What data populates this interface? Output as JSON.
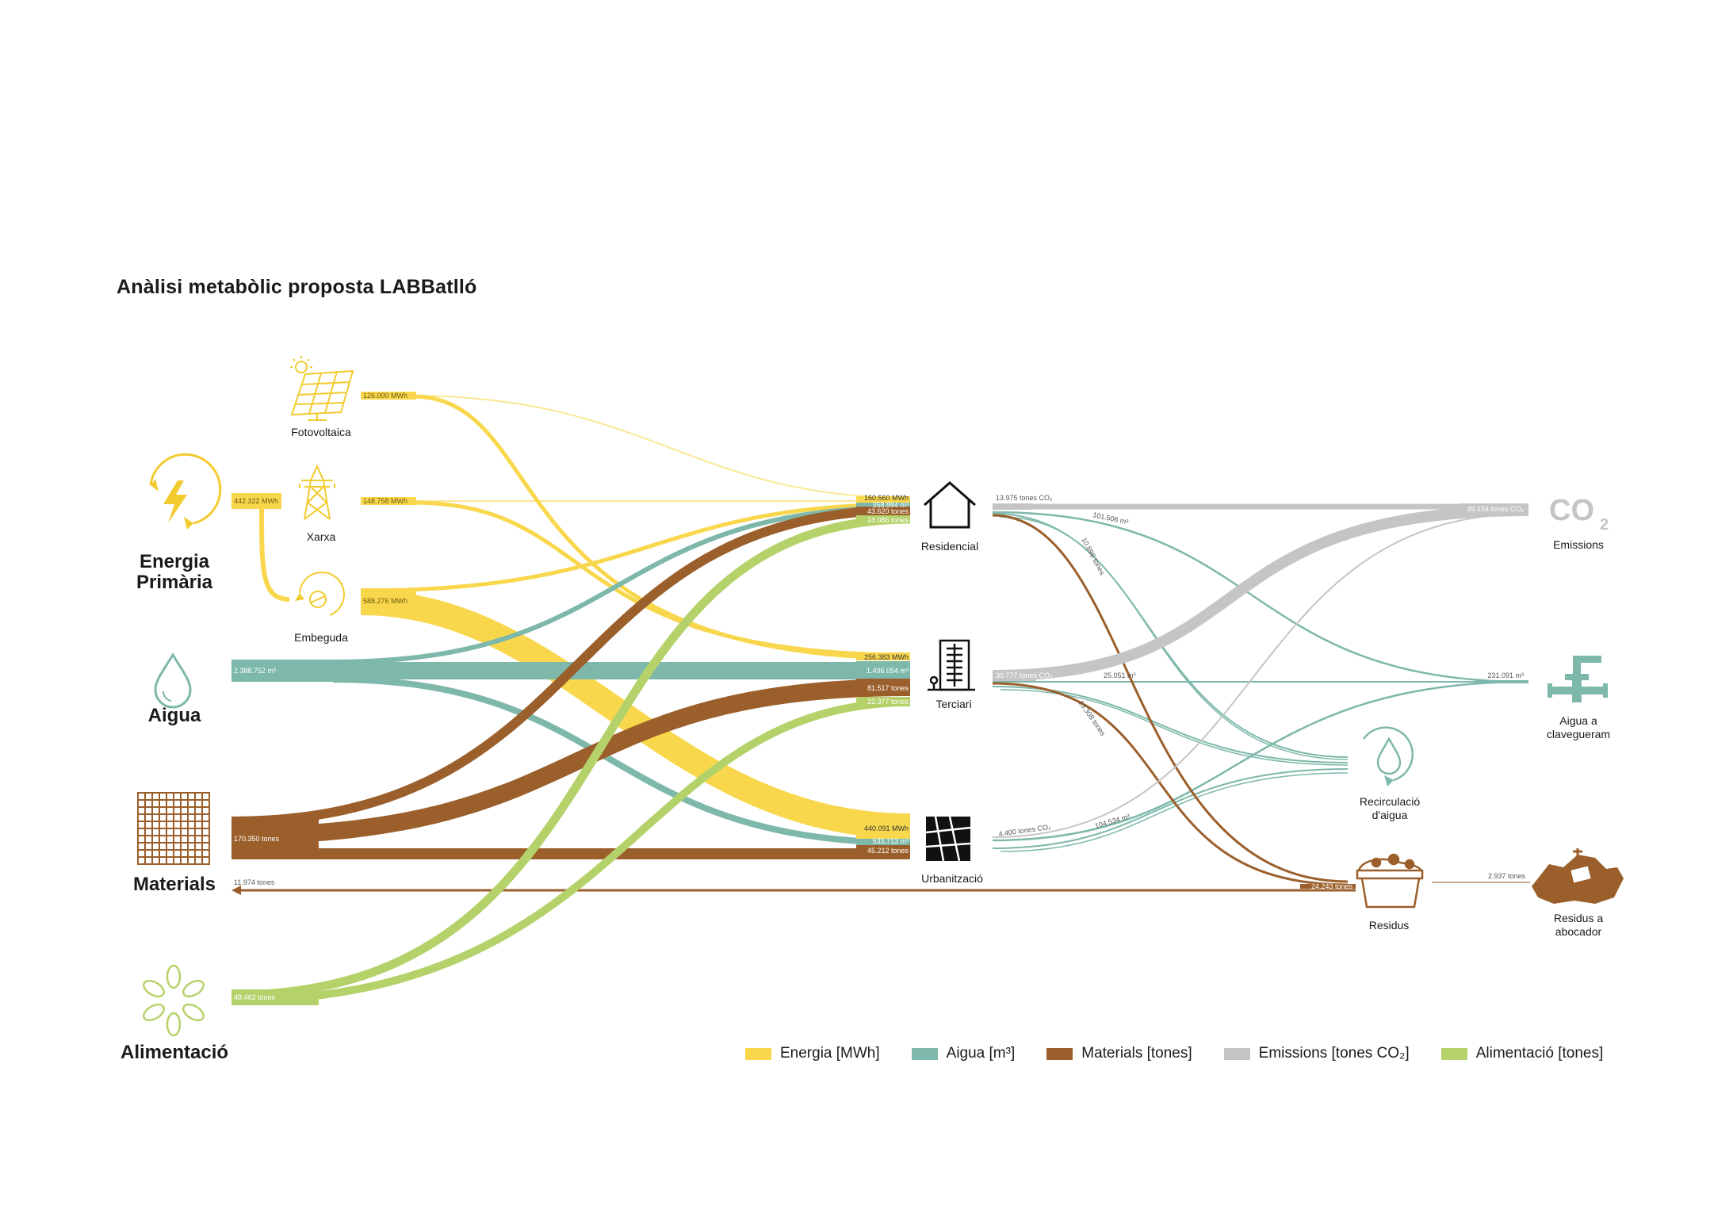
{
  "title": "Anàlisi metabòlic proposta LABBatlló",
  "colors": {
    "energia": "#f9d74c",
    "aigua": "#7db8ab",
    "materials": "#9b5f2b",
    "emissions": "#c5c5c5",
    "alimentacio": "#b5d26a"
  },
  "sources": {
    "energia": "Energia Primària",
    "aigua": "Aigua",
    "materials": "Materials",
    "alimentacio": "Alimentació"
  },
  "energy_sources": {
    "fotovoltaica": "Fotovoltaica",
    "xarxa": "Xarxa",
    "embeguda": "Embeguda"
  },
  "uses": {
    "residencial": "Residencial",
    "terciari": "Terciari",
    "urbanitzacio": "Urbanització"
  },
  "outputs": {
    "emissions": "Emissions",
    "co2": "CO",
    "co2_sub": "2",
    "clavegueram": "Aigua a clavegueram",
    "recirculacio": "Recirculació d'aigua",
    "residus": "Residus",
    "abocador": "Residus a abocador"
  },
  "flow_labels": {
    "energia_primaria": "442.322 MWh",
    "fotovoltaica": "126.000 MWh",
    "xarxa": "148.758 MWh",
    "embeguda": "588.276 MWh",
    "aigua": "2.388.752 m³",
    "materials": "170.350 tones",
    "materials_return": "11.974 tones",
    "alimentacio": "48.463 tones",
    "res_energia": "160.560 MWh",
    "res_aigua": "358.994 m³",
    "res_materials": "43.620 tones",
    "res_alim": "24.086 tones",
    "ter_energia": "256.383 MWh",
    "ter_aigua": "1.496.054 m³",
    "ter_materials": "81.517 tones",
    "ter_alim": "22.377 tones",
    "urb_energia": "440.091 MWh",
    "urb_aigua": "533.713 m³",
    "urb_materials": "45.212 tones",
    "res_co2": "13.975 tones CO₂",
    "res_water_out": "101.506 m³",
    "res_waste": "10.898 tones",
    "ter_co2": "30.777 tones CO₂",
    "ter_water_out": "25.051 m³",
    "ter_waste": "13.308 tones",
    "urb_co2": "4.400 tones CO₂",
    "urb_water_out": "104.534 m³",
    "total_co2": "49.154 tones CO₂",
    "total_clavegueram": "231.091 m³",
    "total_residus": "24.243 tones",
    "abocador": "2.937 tones"
  },
  "legend": [
    {
      "key": "energia",
      "label": "Energia [MWh]",
      "color": "#f9d74c"
    },
    {
      "key": "aigua",
      "label": "Aigua [m³]",
      "color": "#7db8ab"
    },
    {
      "key": "materials",
      "label": "Materials [tones]",
      "color": "#9b5f2b"
    },
    {
      "key": "emissions",
      "label": "Emissions [tones CO₂]",
      "color": "#c5c5c5"
    },
    {
      "key": "alimentacio",
      "label": "Alimentació [tones]",
      "color": "#b5d26a"
    }
  ]
}
